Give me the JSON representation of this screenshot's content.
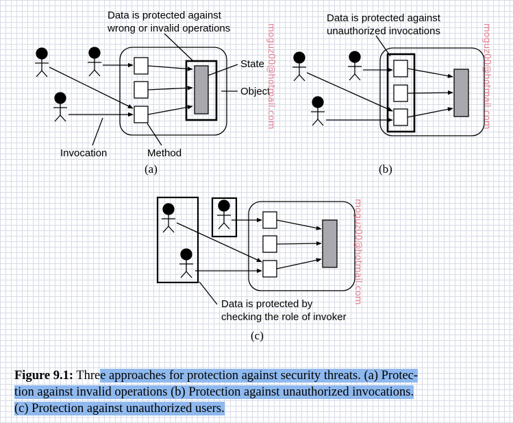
{
  "panel_a": {
    "note": [
      "Data is protected against",
      "wrong or invalid operations"
    ],
    "state_label": "State",
    "object_label": "Object",
    "invocation_label": "Invocation",
    "method_label": "Method",
    "sublabel": "(a)"
  },
  "panel_b": {
    "note": [
      "Data is protected against",
      "unauthorized invocations"
    ],
    "sublabel": "(b)"
  },
  "panel_c": {
    "note": [
      "Data is protected by",
      "checking the role of invoker"
    ],
    "sublabel": "(c)"
  },
  "watermark": "moguz00@hotmail.com",
  "caption": {
    "figure_no": "Figure 9.1:",
    "pre": " Thre",
    "highlighted_lines": [
      "e approaches for protection against security threats. (a) Protec-",
      "tion against invalid operations (b) Protection against unauthorized invocations.",
      "(c) Protection against unauthorized users."
    ]
  },
  "colors": {
    "state_fill": "#a8a8ae",
    "highlight": "#8fb9ee",
    "watermark": "#e06b7d"
  }
}
